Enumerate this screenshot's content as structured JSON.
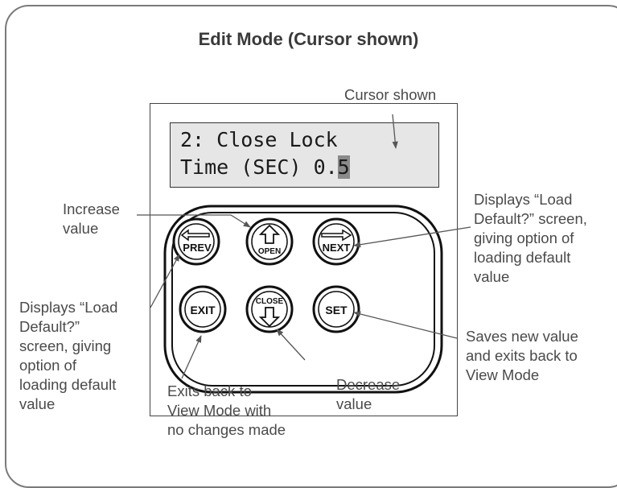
{
  "title": "Edit Mode (Cursor shown)",
  "lcd": {
    "line1": "2: Close Lock",
    "line2_prefix": "Time (SEC) 0.",
    "cursor_char": "5"
  },
  "buttons": {
    "prev": "PREV",
    "open": "OPEN",
    "next": "NEXT",
    "exit": "EXIT",
    "close": "CLOSE",
    "set": "SET"
  },
  "annotations": {
    "cursor_shown": "Cursor shown",
    "increase": "Increase\nvalue",
    "next_desc": "Displays “Load\nDefault?” screen,\ngiving option of\nloading default\nvalue",
    "prev_desc": "Displays “Load\nDefault?”\nscreen, giving\noption of\nloading default\nvalue",
    "exit_desc": "Exits back to\nView Mode with\nno changes made",
    "decrease": "Decrease\nvalue",
    "set_desc": "Saves new value\nand exits back to\nView Mode"
  }
}
